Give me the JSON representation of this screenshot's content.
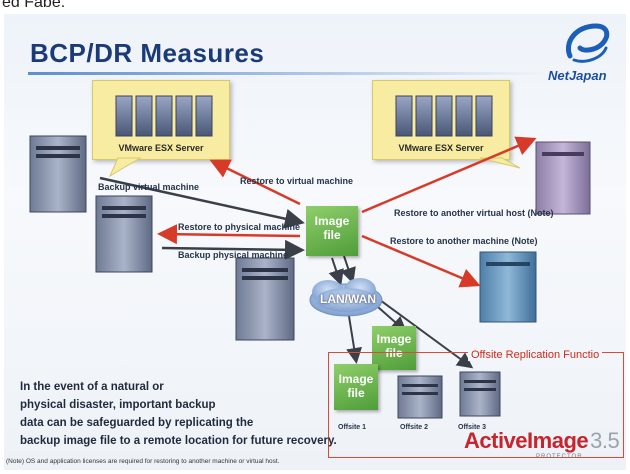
{
  "page": {
    "top_fragment": "ed Fabe.",
    "title": "BCP/DR Measures",
    "logo": {
      "text": "NetJapan"
    },
    "colors": {
      "title": "#1a3a78",
      "red_arrow": "#d83a2a",
      "dark_arrow": "#3a3f48",
      "image_file_green": "#5fae45",
      "esx_yellow": "#f7eca2",
      "offsite_red": "#d22a1a"
    }
  },
  "diagram": {
    "esx_servers": [
      {
        "label": "VMware ESX Server"
      },
      {
        "label": "VMware ESX Server"
      }
    ],
    "image_file_label": "Image\nfile",
    "image_files": [
      "Image file",
      "Image file",
      "Image file"
    ],
    "cloud_label": "LAN/WAN",
    "arrow_labels": {
      "backup_vm": "Backup virtual machine",
      "restore_vm": "Restore to virtual machine",
      "restore_physical": "Restore to physical machine",
      "backup_physical": "Backup physical machine",
      "restore_other_host": "Restore to another virtual host (Note)",
      "restore_other_machine": "Restore to another machine (Note)"
    },
    "offsite": {
      "title": "Offsite Replication Functio",
      "sites": [
        "Offsite 1",
        "Offsite 2",
        "Offsite 3"
      ]
    }
  },
  "description": [
    "In the event of a natural or",
    "physical disaster, important backup",
    "data can be safeguarded by replicating the",
    "backup image file to a remote location for future recovery."
  ],
  "brand": {
    "name": "ActiveImage",
    "version": "3.5",
    "sub": "PROTECTOR"
  },
  "footnote": "(Note) OS and application licenses are required for restoring to another machine or virtual host."
}
